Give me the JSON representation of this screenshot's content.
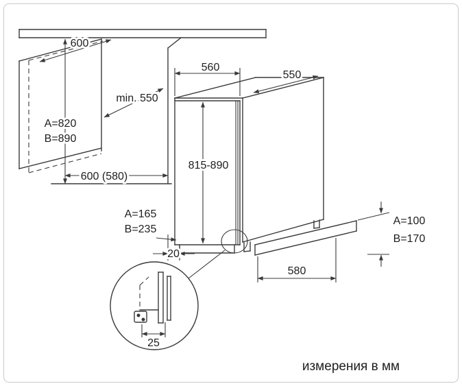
{
  "caption": "измерения в мм",
  "colors": {
    "line": "#3a3a3a",
    "text": "#1e1e1e",
    "background": "#ffffff",
    "frame": "#c8c8c8"
  },
  "labels": {
    "counter_depth": "600",
    "niche_min_depth": "min. 550",
    "niche_height_a": "A=820",
    "niche_height_b": "B=890",
    "floor_depth": "600 (580)",
    "appliance_width": "560",
    "appliance_depth": "550",
    "appliance_height": "815-890",
    "plinth_recess_a": "A=165",
    "plinth_recess_b": "B=235",
    "front_offset": "20",
    "detail_offset": "25",
    "kickboard_height_a": "A=100",
    "kickboard_height_b": "B=170",
    "kickboard_width": "580"
  }
}
